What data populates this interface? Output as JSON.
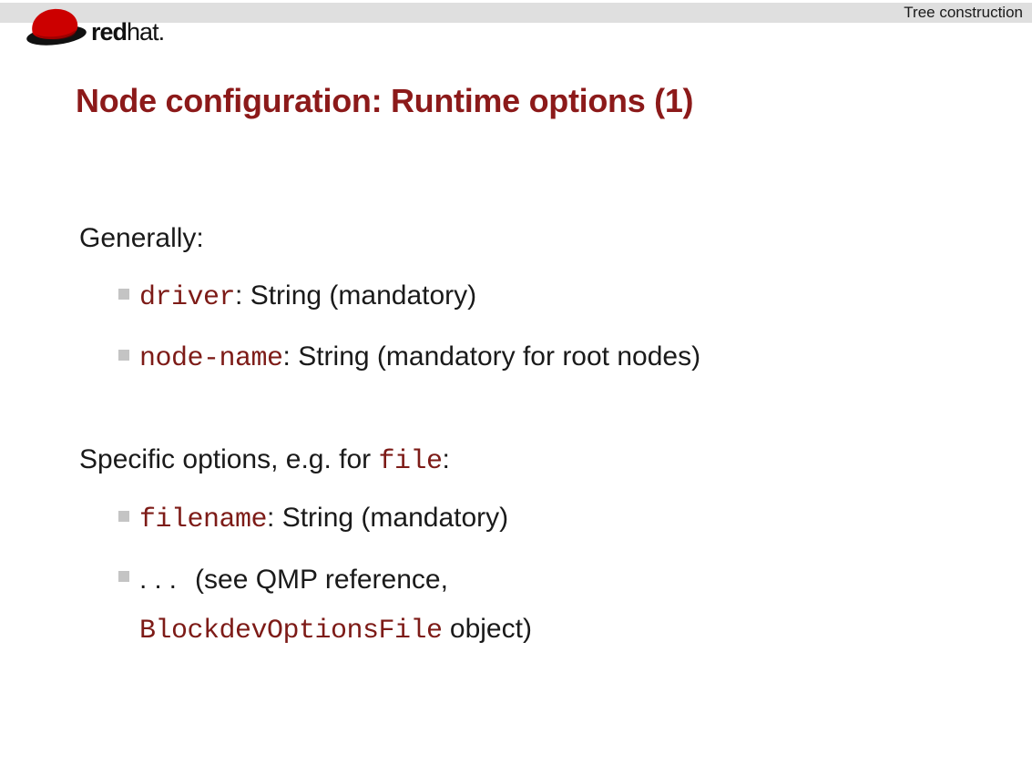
{
  "header": {
    "section": "Tree construction"
  },
  "logo": {
    "red": "red",
    "hat": "hat",
    "period": "."
  },
  "slide": {
    "title": "Node configuration: Runtime options (1)"
  },
  "content": {
    "para_generally": "Generally:",
    "generally_items": [
      {
        "code": "driver",
        "rest": ": String (mandatory)"
      },
      {
        "code": "node-name",
        "rest": ": String (mandatory for root nodes)"
      }
    ],
    "para_specific": {
      "pre": "Specific options, e.g. for ",
      "code": "file",
      "post": ":"
    },
    "specific_item_filename": {
      "code": "filename",
      "rest": ": String (mandatory)"
    },
    "specific_item_more": {
      "dots": "...",
      "line1": "(see QMP reference,",
      "code": "BlockdevOptionsFile",
      "rest": " object)"
    }
  },
  "colors": {
    "title": "#8c1a1a",
    "code": "#7d1b17",
    "bullet": "#c4c4c4",
    "header_bar": "#dfdfdf",
    "logo_red": "#cc0000"
  }
}
